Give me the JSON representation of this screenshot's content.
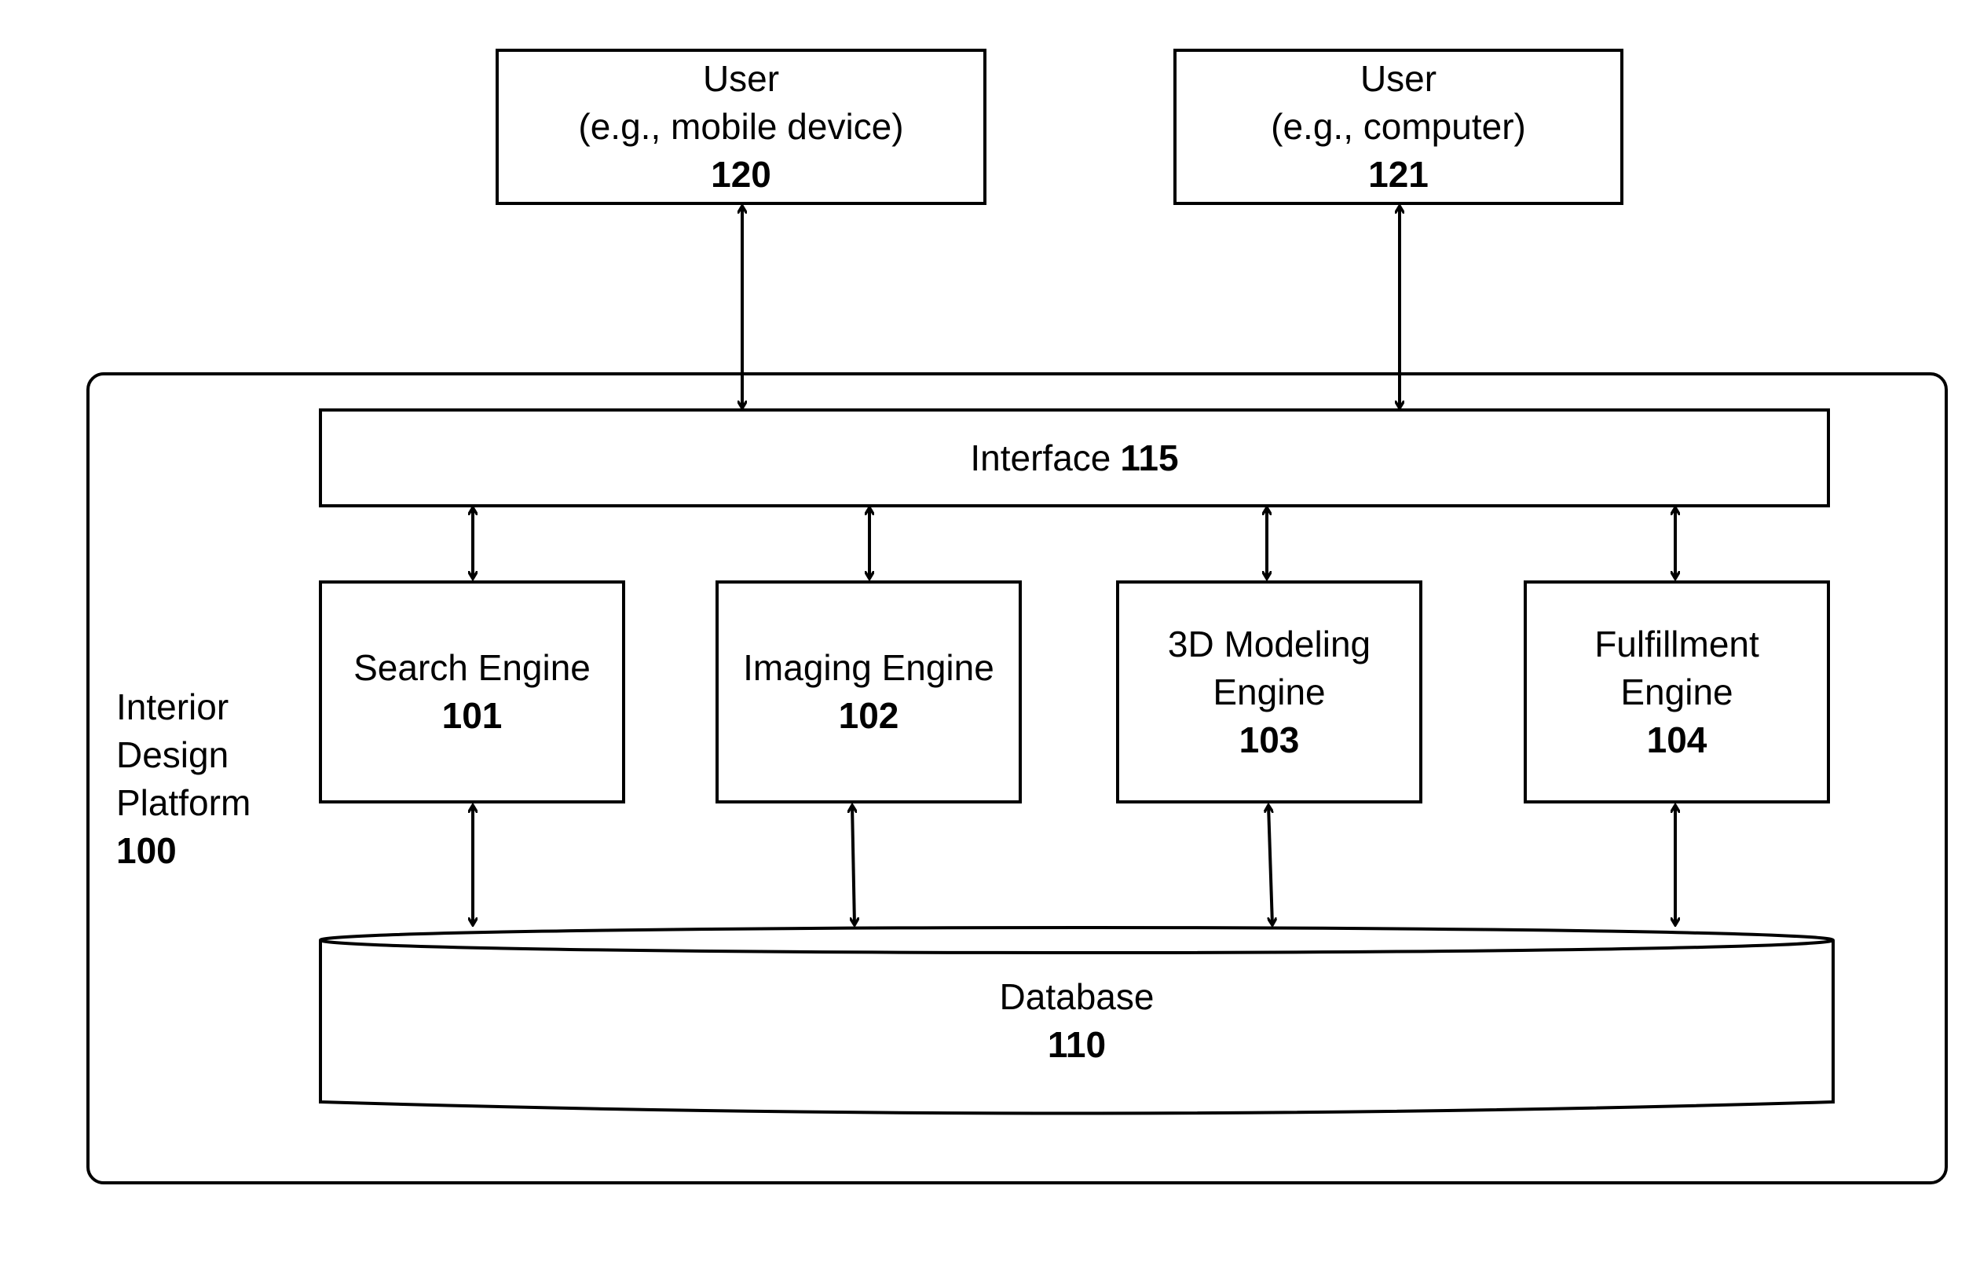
{
  "users": [
    {
      "line1": "User",
      "line2": "(e.g., mobile device)",
      "number": "120"
    },
    {
      "line1": "User",
      "line2": "(e.g., computer)",
      "number": "121"
    }
  ],
  "platform": {
    "label_lines": [
      "Interior",
      "Design",
      "Platform"
    ],
    "number": "100"
  },
  "interface": {
    "label": "Interface",
    "number": "115"
  },
  "engines": [
    {
      "lines": [
        "Search Engine"
      ],
      "number": "101"
    },
    {
      "lines": [
        "Imaging Engine"
      ],
      "number": "102"
    },
    {
      "lines": [
        "3D Modeling",
        "Engine"
      ],
      "number": "103"
    },
    {
      "lines": [
        "Fulfillment",
        "Engine"
      ],
      "number": "104"
    }
  ],
  "database": {
    "label": "Database",
    "number": "110"
  }
}
